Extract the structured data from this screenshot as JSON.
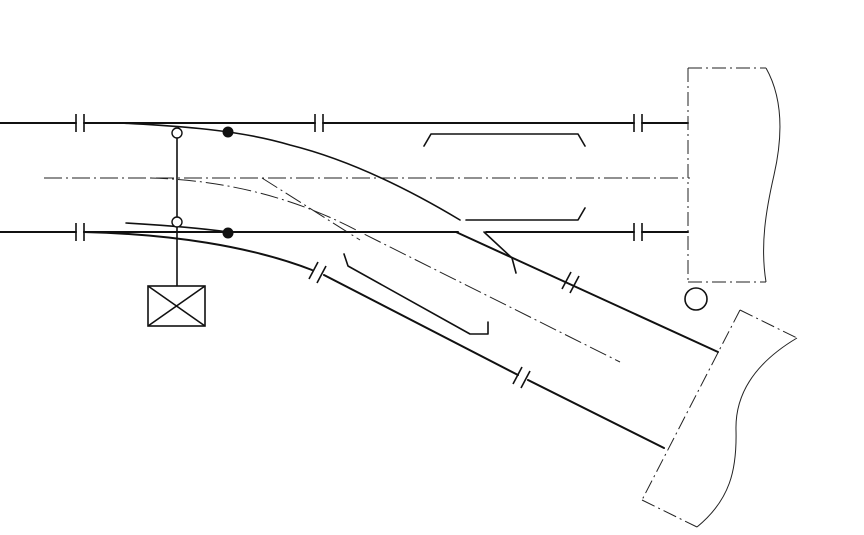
{
  "diagram": {
    "kind": "railway turnout schematic",
    "colors": {
      "line": "#111111",
      "background": "#ffffff"
    },
    "components": [
      "straight-stock-rail-upper",
      "straight-stock-rail-lower",
      "diverging-rails",
      "switch-blades",
      "insulated-rail-joints",
      "check-rails",
      "track-centerlines",
      "point-machine",
      "signal-lamp",
      "break-lines"
    ]
  }
}
